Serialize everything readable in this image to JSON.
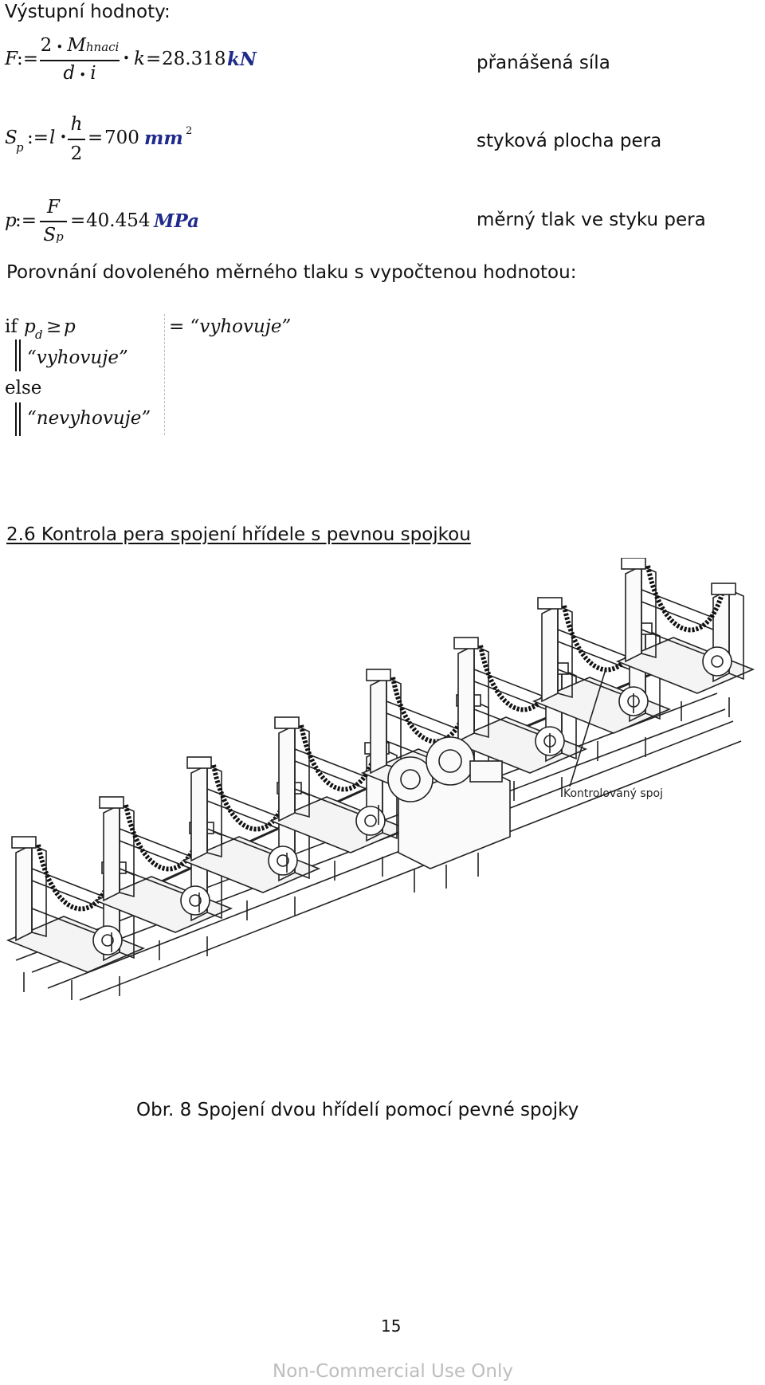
{
  "heading_outputs": "Výstupní hodnoty:",
  "eq_force": {
    "lhs": "F",
    "assign": ":=",
    "num_coef": "2",
    "num_var": "M",
    "num_sub": "hnaci",
    "den_var1": "d",
    "den_var2": "i",
    "mult_var": "k",
    "eq": "=",
    "value": "28.318",
    "unit": "kN",
    "desc": "přanášená síla"
  },
  "eq_area": {
    "lhs": "S",
    "lhs_sub": "p",
    "assign": ":=",
    "var_l": "l",
    "num": "h",
    "den": "2",
    "eq": "=",
    "value": "700",
    "unit": "mm",
    "unit_sup": "2",
    "desc": "styková plocha pera"
  },
  "eq_pressure": {
    "lhs": "p",
    "assign": ":=",
    "num": "F",
    "den": "S",
    "den_sub": "p",
    "eq": "=",
    "value": "40.454",
    "unit": "MPa",
    "desc": "měrný tlak ve styku pera"
  },
  "comparison_text": "Porovnání dovoleného měrného tlaku s vypočtenou hodnotou:",
  "program": {
    "if_kw": "if",
    "cond_var": "p",
    "cond_sub": "d",
    "cond_op": "≥",
    "cond_rhs": "p",
    "result": "= “vyhovuje”",
    "then_value": "“vyhovuje”",
    "else_kw": "else",
    "else_value": "“nevyhovuje”"
  },
  "section_heading": "2.6 Kontrola pera spojení hřídele s pevnou spojkou",
  "figure": {
    "callout_label": "Kontrolovaný spoj",
    "caption": "Obr. 8 Spojení dvou hřídelí pomocí pevné spojky"
  },
  "page_number": "15",
  "watermark": "Non-Commercial Use Only"
}
